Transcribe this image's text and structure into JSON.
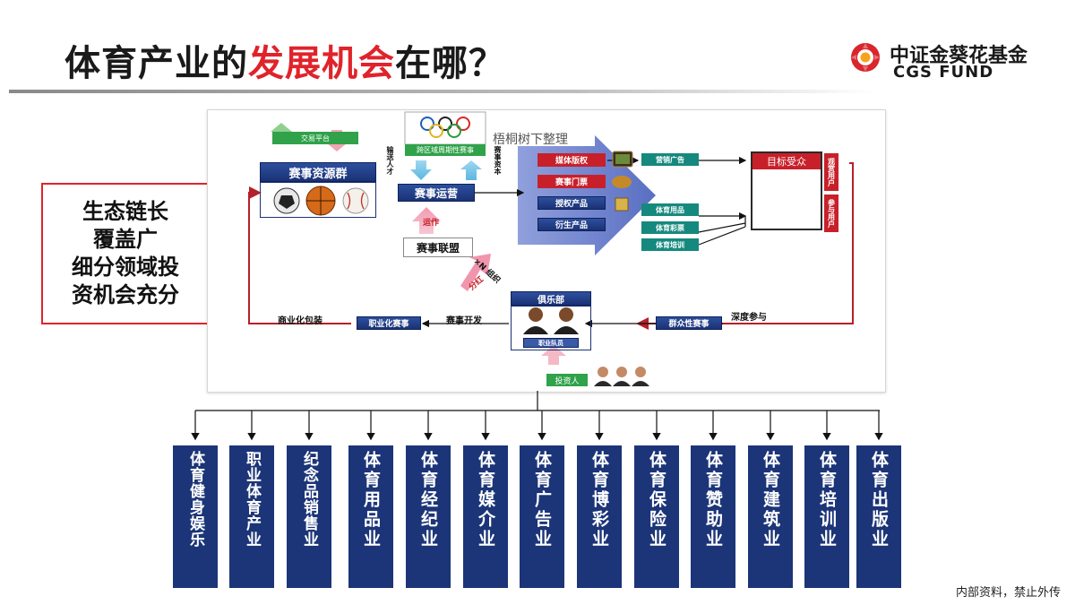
{
  "header": {
    "title_part1": "体育产业的",
    "title_highlight": "发展机会",
    "title_part2": "在哪？",
    "logo_cn": "中证金葵花基金",
    "logo_en": "CGS FUND"
  },
  "callout": {
    "lines": [
      "生态链长",
      "覆盖广",
      "细分领域投",
      "资机会充分"
    ]
  },
  "diagram": {
    "watermark": "梧桐树下整理",
    "trading_platform": "交易平台",
    "event_resources": "赛事资源群",
    "transfer_talent": "输送人才",
    "cross_event": "跨区域周期性赛事",
    "event_operation": "赛事运营",
    "event_capital": "赛事资本",
    "operate": "运作",
    "event_league": "赛事联盟",
    "media_rights": "媒体版权",
    "event_tickets": "赛事门票",
    "licensed_products": "授权产品",
    "derivative_products": "衍生产品",
    "marketing_ads": "营销广告",
    "sports_goods": "体育用品",
    "sports_lottery": "体育彩票",
    "sports_training": "体育培训",
    "target_audience": "目标受众",
    "viewer_users": "观赏用户",
    "participant_users": "参与用户",
    "club": "俱乐部",
    "pro_team": "职业队员",
    "multi_share": "×N 组织",
    "dividends": "分红",
    "commercial_packaging": "商业化包装",
    "pro_events": "职业化赛事",
    "event_development": "赛事开发",
    "mass_events": "群众性赛事",
    "deep_participation": "深度参与",
    "investor": "投资人"
  },
  "industries": [
    "体育健身娱乐",
    "职业体育产业",
    "纪念品销售业",
    "体育用品业",
    "体育经纪业",
    "体育媒介业",
    "体育广告业",
    "体育博彩业",
    "体育保险业",
    "体育赞助业",
    "体育建筑业",
    "体育培训业",
    "体育出版业"
  ],
  "footer": "内部资料，禁止外传",
  "colors": {
    "accent_red": "#e0232b",
    "navy": "#1c3578",
    "green": "#2fa24a",
    "teal": "#16897e"
  }
}
